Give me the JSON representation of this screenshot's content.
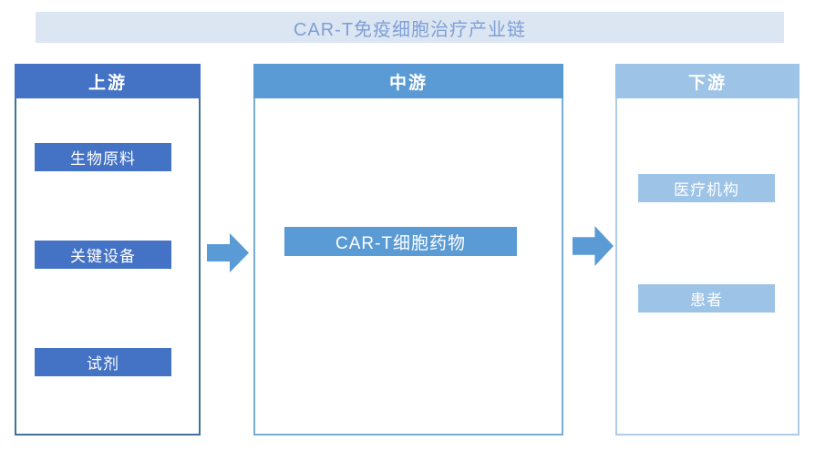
{
  "title": "CAR-T免疫细胞治疗产业链",
  "columns": [
    {
      "id": "upstream",
      "header": "上游",
      "items": [
        "生物原料",
        "关键设备",
        "试剂"
      ]
    },
    {
      "id": "midstream",
      "header": "中游",
      "items": [
        "CAR-T细胞药物"
      ]
    },
    {
      "id": "downstream",
      "header": "下游",
      "items": [
        "医疗机构",
        "患者"
      ]
    }
  ],
  "icons": {
    "flow_arrow_1": "right-arrow-icon",
    "flow_arrow_2": "right-arrow-icon"
  },
  "colors": {
    "banner_bg": "#dce6f2",
    "banner_text": "#7f9fd6",
    "upstream_fill": "#4472c4",
    "upstream_border": "#41719c",
    "midstream_fill": "#5b9bd5",
    "midstream_border": "#79add9",
    "downstream_fill": "#9dc3e6",
    "downstream_border": "#b0cce6",
    "arrow_fill": "#5b9bd5",
    "text_on_fill": "#ffffff"
  }
}
